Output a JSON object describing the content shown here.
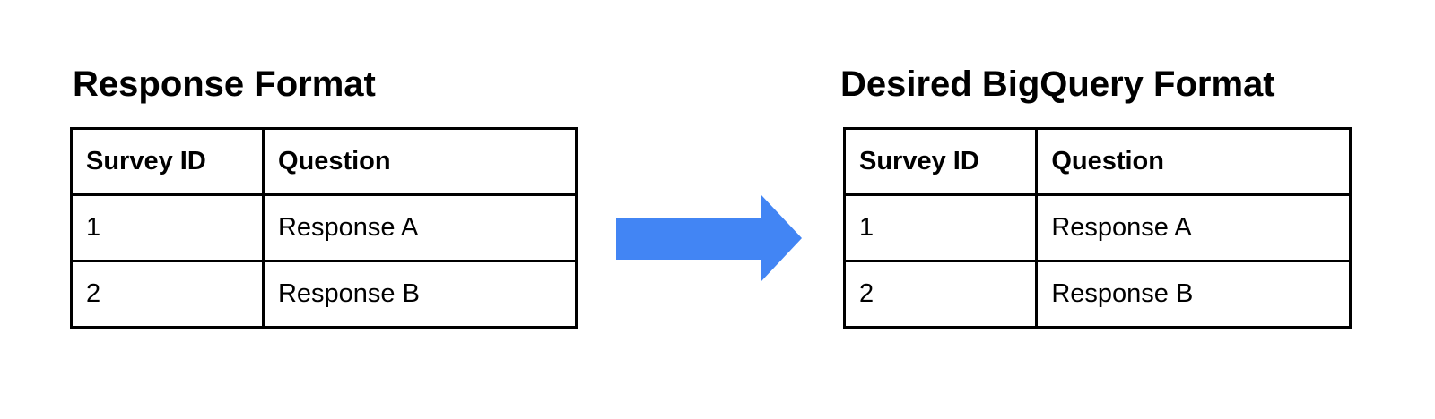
{
  "left_section": {
    "title": "Response Format",
    "table": {
      "headers": [
        "Survey ID",
        "Question"
      ],
      "rows": [
        [
          "1",
          "Response A"
        ],
        [
          "2",
          "Response B"
        ]
      ]
    }
  },
  "right_section": {
    "title": "Desired BigQuery Format",
    "table": {
      "headers": [
        "Survey ID",
        "Question"
      ],
      "rows": [
        [
          "1",
          "Response A"
        ],
        [
          "2",
          "Response B"
        ]
      ]
    }
  },
  "arrow": {
    "direction": "right",
    "color": "#4285F4"
  },
  "colors": {
    "background": "#ffffff",
    "border": "#000000",
    "text": "#000000"
  }
}
